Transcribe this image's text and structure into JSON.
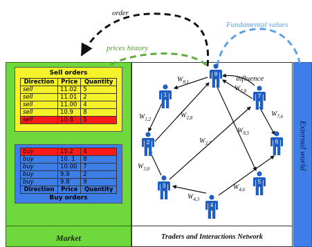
{
  "arrows": {
    "order": "order",
    "prices_history": "prices history",
    "fundamental_values": "Fundamental values"
  },
  "market": {
    "label": "Market",
    "sell_orders": {
      "title": "Sell orders",
      "headers": [
        "Direction",
        "Price",
        "Quantity"
      ],
      "rows": [
        {
          "direction": "sell",
          "price": "11.02",
          "quantity": "5"
        },
        {
          "direction": "sell",
          "price": "11.01",
          "quantity": "2"
        },
        {
          "direction": "sell",
          "price": "11.00",
          "quantity": "4"
        },
        {
          "direction": "sell",
          "price": "10.9",
          "quantity": "8"
        },
        {
          "direction": "sell",
          "price": "10.8",
          "quantity": "5"
        }
      ]
    },
    "buy_orders": {
      "title": "Buy orders",
      "headers": [
        "Direction",
        "Price",
        "Quantity"
      ],
      "rows": [
        {
          "direction": "buy",
          "price": "10.2",
          "quantity": "4"
        },
        {
          "direction": "buy",
          "price": "10. 1",
          "quantity": "8"
        },
        {
          "direction": "buy",
          "price": "10.00",
          "quantity": "7"
        },
        {
          "direction": "buy",
          "price": "9.9",
          "quantity": "2"
        },
        {
          "direction": "buy",
          "price": "9.8",
          "quantity": "9"
        }
      ]
    },
    "highlight_color": "#ff1a1a",
    "sell_bg": "#f5f229",
    "buy_bg": "#3d7ee8",
    "panel_bg": "#6ed83c"
  },
  "network": {
    "label": "Traders and Interactions Network",
    "influence_label": "influence",
    "agents": [
      "1",
      "2",
      "3",
      "4",
      "5",
      "6",
      "7",
      "8"
    ],
    "weights": [
      "W8,1",
      "W1,2",
      "W2,8",
      "W7,8",
      "W7,6",
      "W3,7",
      "W8,5",
      "W3,8",
      "W4,3",
      "W4,6"
    ],
    "agent_color": "#1f5fc4"
  },
  "external": {
    "label": "External world"
  }
}
